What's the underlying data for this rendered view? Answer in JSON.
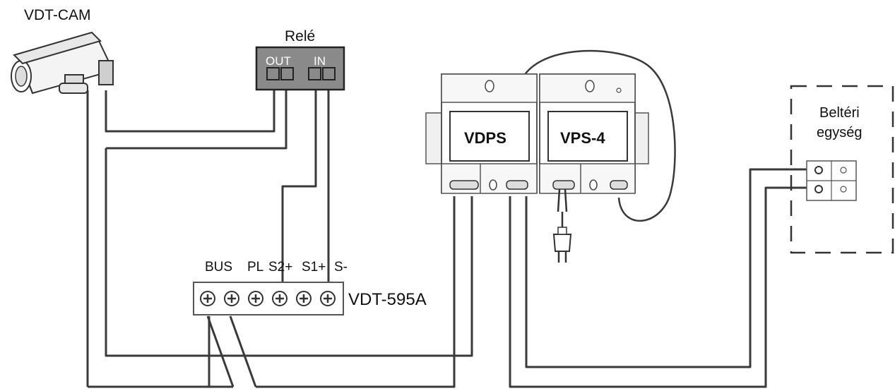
{
  "labels": {
    "camera": "VDT-CAM",
    "relay": "Relé",
    "relay_out": "OUT",
    "relay_in": "IN",
    "vdps": "VDPS",
    "vps4": "VPS-4",
    "indoor_line1": "Beltéri",
    "indoor_line2": "egység",
    "panel": "VDT-595A",
    "term_bus": "BUS",
    "term_pl": "PL",
    "term_s2": "S2+",
    "term_s1": "S1+",
    "term_s": "S-"
  }
}
